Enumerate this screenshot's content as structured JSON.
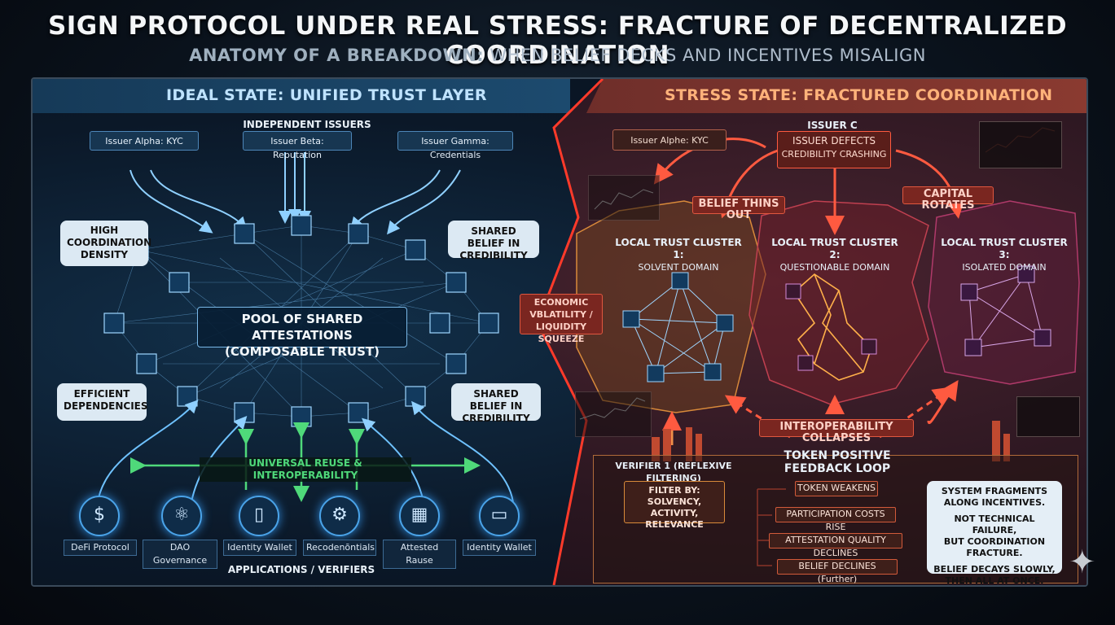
{
  "title": "SIGN PROTOCOL UNDER REAL STRESS: FRACTURE OF DECENTRALIZED COORDINATION",
  "subtitle": {
    "lead": "ANATOMY OF A BREAKDOWN:",
    "rest": " WHEN BELIEF DECKS AND INCENTIVES MISALIGN"
  },
  "left": {
    "header": "IDEAL STATE: UNIFIED TRUST LAYER",
    "issuers_label": "INDEPENDENT ISSUERS",
    "issuers": [
      "Issuer Alpha: KYC",
      "Issuer Beta: Reputation",
      "Issuer Gamma: Credentials"
    ],
    "bubbles": {
      "coord_density": "HIGH COORDINATION DENSITY",
      "shared_belief_top": "SHARED BELIEF IN CREDIBILITY",
      "efficient": "EFFICIENT DEPENDENCIES",
      "shared_belief_bottom": "SHARED BELIEF IN CREDIBILITY"
    },
    "pool_line1": "POOL OF SHARED ATTESTATIONS",
    "pool_line2": "(COMPOSABLE TRUST)",
    "reuse": "UNIVERSAL REUSE & INTEROPERABILITY",
    "apps": [
      {
        "label": "DeFi Protocol",
        "icon": "defi-icon",
        "glyph": "$"
      },
      {
        "label": "DAO Governance",
        "icon": "dao-icon",
        "glyph": "⚛"
      },
      {
        "label": "Identity Wallet",
        "icon": "phone-icon",
        "glyph": "▯"
      },
      {
        "label": "Recodenōntials",
        "icon": "gear-icon",
        "glyph": "⚙"
      },
      {
        "label": "Attested Rause",
        "icon": "chip-icon",
        "glyph": "▦"
      },
      {
        "label": "Identity Wallet",
        "icon": "wallet-icon",
        "glyph": "▭"
      }
    ],
    "apps_label": "APPLICATIONS / VERIFIERS"
  },
  "center": {
    "econ_line1": "ECONOMIC",
    "econ_line2": "VBLATILITY /",
    "econ_line3": "LIQUIDITY SQUEEZE"
  },
  "right": {
    "header": "STRESS STATE: FRACTURED COORDINATION",
    "issuer_alpha": "Issuer Alphe: KYC",
    "issuer_c": "ISSUER C",
    "issuer_defects": "ISSUER DEFECTS",
    "credibility": "CREDIBILITY CRASHING",
    "belief_thins": "BELIEF THINS OUT",
    "capital_rotates": "CAPITAL ROTATES",
    "clusters": [
      {
        "title": "LOCAL TRUST CLUSTER 1:",
        "sub": "SOLVENT DOMAIN"
      },
      {
        "title": "LOCAL TRUST CLUSTER 2:",
        "sub": "QUESTIONABLE DOMAIN"
      },
      {
        "title": "LOCAL TRUST CLUSTER 3:",
        "sub": "ISOLATED DOMAIN"
      }
    ],
    "interop": "INTEROPERABILITY COLLAPSES",
    "verifier": "VERIFIER 1 (REFLEXIVE FILTERING)",
    "filter_line1": "FILTER BY:",
    "filter_line2": "SOLVENCY, ACTIVITY,",
    "filter_line3": "RELEVANCE",
    "loop_title1": "TOKEN POSITIVE",
    "loop_title2": "FEEDBACK LOOP",
    "loop_steps": [
      "TOKEN WEAKENS",
      "PARTICIPATION COSTS RISE",
      "ATTESTATION QUALITY DECLINES",
      "BELIEF DECLINES (Further)"
    ],
    "note1_a": "SYSTEM FRAGMENTS",
    "note1_b": "ALONG INCENTIVES.",
    "note2_a": "NOT TECHNICAL FAILURE,",
    "note2_b": "BUT COORDINATION FRACTURE.",
    "note3_a": "BELIEF DECAYS SLOWLY,",
    "note3_b": "THEN ALL AT ONCE."
  },
  "colors": {
    "blue_accent": "#4aa3e8",
    "green_accent": "#4fd97a",
    "red_accent": "#e0573f",
    "orange_accent": "#f0904a"
  }
}
